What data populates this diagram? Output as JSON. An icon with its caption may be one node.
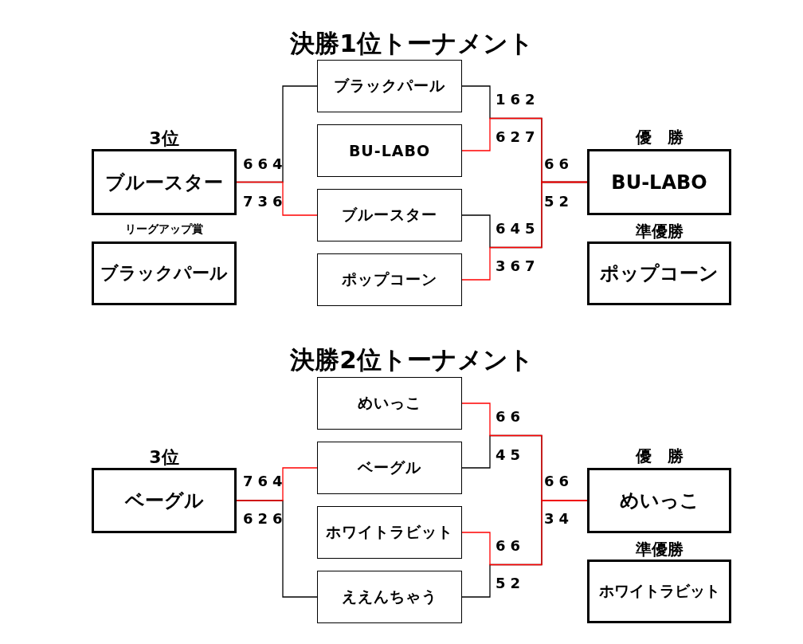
{
  "diagram": {
    "nodes": [
      {
        "text": [
          "ブラックパール"
        ]
      },
      {
        "text": [
          "BU-LABO"
        ]
      },
      {
        "text": [
          "ブルースター"
        ]
      },
      {
        "text": [
          "ポップコーン"
        ]
      },
      {
        "text": [
          "3位",
          "ブルースター"
        ]
      },
      {
        "text": [
          "リーグアップ賞",
          "ブラックパール"
        ]
      },
      {
        "text": [
          "優　勝",
          "BU-LABO"
        ]
      },
      {
        "text": [
          "準優勝",
          "ポップコーン"
        ]
      },
      {
        "text": [
          "めいっこ"
        ]
      },
      {
        "text": [
          "ベーグル"
        ]
      },
      {
        "text": [
          "ホワイトラビット"
        ]
      },
      {
        "text": [
          "ええんちゃう"
        ]
      },
      {
        "text": [
          "3位",
          "ベーグル"
        ]
      },
      {
        "text": [
          "優　勝",
          "めいっこ"
        ]
      },
      {
        "text": [
          "準優勝",
          "ホワイトラビット"
        ]
      }
    ],
    "edges": [
      {
        "from": 0,
        "to": 4,
        "arrow": "none"
      },
      {
        "from": 2,
        "to": 4,
        "arrow": "none",
        "color": "#ff0000"
      },
      {
        "from": 0,
        "to": 6,
        "arrow": "none"
      },
      {
        "from": 1,
        "to": 6,
        "arrow": "none",
        "color": "#ff0000"
      },
      {
        "from": 2,
        "to": 6,
        "arrow": "none"
      },
      {
        "from": 3,
        "to": 6,
        "arrow": "none",
        "color": "#ff0000"
      },
      {
        "from": 9,
        "to": 12,
        "arrow": "none",
        "color": "#ff0000"
      },
      {
        "from": 11,
        "to": 12,
        "arrow": "none"
      },
      {
        "from": 8,
        "to": 13,
        "arrow": "none",
        "color": "#ff0000"
      },
      {
        "from": 9,
        "to": 13,
        "arrow": "none"
      },
      {
        "from": 10,
        "to": 13,
        "arrow": "none",
        "color": "#ff0000"
      },
      {
        "from": 11,
        "to": 13,
        "arrow": "none"
      }
    ],
    "labels": [
      "決勝1位トーナメント",
      "162",
      "627",
      "664",
      "66",
      "736",
      "52",
      "645",
      "367",
      "決勝2位トーナメント",
      "66",
      "45",
      "764",
      "66",
      "626",
      "34",
      "66",
      "52"
    ]
  }
}
